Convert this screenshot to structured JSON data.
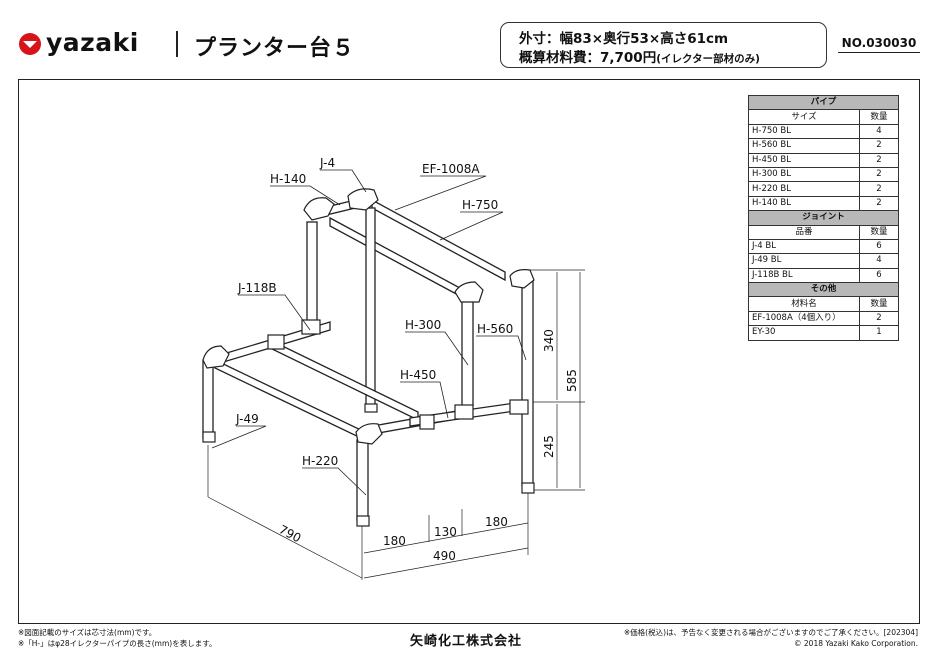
{
  "header": {
    "brand": "yazaki",
    "title": "プランター台５",
    "spec_size": "外寸：幅83×奥行53×高さ61cm",
    "spec_cost": "概算材料費：7,700円",
    "spec_cost_note": "(イレクター部材のみ)",
    "doc_number": "NO.030030"
  },
  "parts_table": {
    "pipe": {
      "heading": "パイプ",
      "col_size": "サイズ",
      "col_qty": "数量",
      "rows": [
        {
          "name": "H-750 BL",
          "qty": "4"
        },
        {
          "name": "H-560 BL",
          "qty": "2"
        },
        {
          "name": "H-450 BL",
          "qty": "2"
        },
        {
          "name": "H-300 BL",
          "qty": "2"
        },
        {
          "name": "H-220 BL",
          "qty": "2"
        },
        {
          "name": "H-140 BL",
          "qty": "2"
        }
      ]
    },
    "joint": {
      "heading": "ジョイント",
      "col_name": "品番",
      "col_qty": "数量",
      "rows": [
        {
          "name": "J-4 BL",
          "qty": "6"
        },
        {
          "name": "J-49 BL",
          "qty": "4"
        },
        {
          "name": "J-118B BL",
          "qty": "6"
        }
      ]
    },
    "other": {
      "heading": "その他",
      "col_name": "材料名",
      "col_qty": "数量",
      "rows": [
        {
          "name": "EF-1008A（4個入り）",
          "qty": "2"
        },
        {
          "name": "EY-30",
          "qty": "1"
        }
      ]
    }
  },
  "diagram": {
    "labels": {
      "j4": "J-4",
      "h140": "H-140",
      "ef1008a": "EF-1008A",
      "h750": "H-750",
      "j118b": "J-118B",
      "h300": "H-300",
      "h560": "H-560",
      "h450": "H-450",
      "j49": "J-49",
      "h220": "H-220"
    },
    "dims": {
      "d340": "340",
      "d585": "585",
      "d245": "245",
      "d790": "790",
      "d180a": "180",
      "d130": "130",
      "d180b": "180",
      "d490": "490"
    }
  },
  "footer": {
    "note1": "※図面記載のサイズは芯寸法(mm)です。",
    "note2": "※「H-」はφ28イレクターパイプの長さ(mm)を表します。",
    "company": "矢崎化工株式会社",
    "price_note": "※価格(税込)は、予告なく変更される場合がございますのでご了承ください。[202304]",
    "copyright": "© 2018 Yazaki Kako Corporation."
  },
  "colors": {
    "logo_red": "#d7141a",
    "table_header": "#b8b8b8",
    "line": "#222222"
  }
}
